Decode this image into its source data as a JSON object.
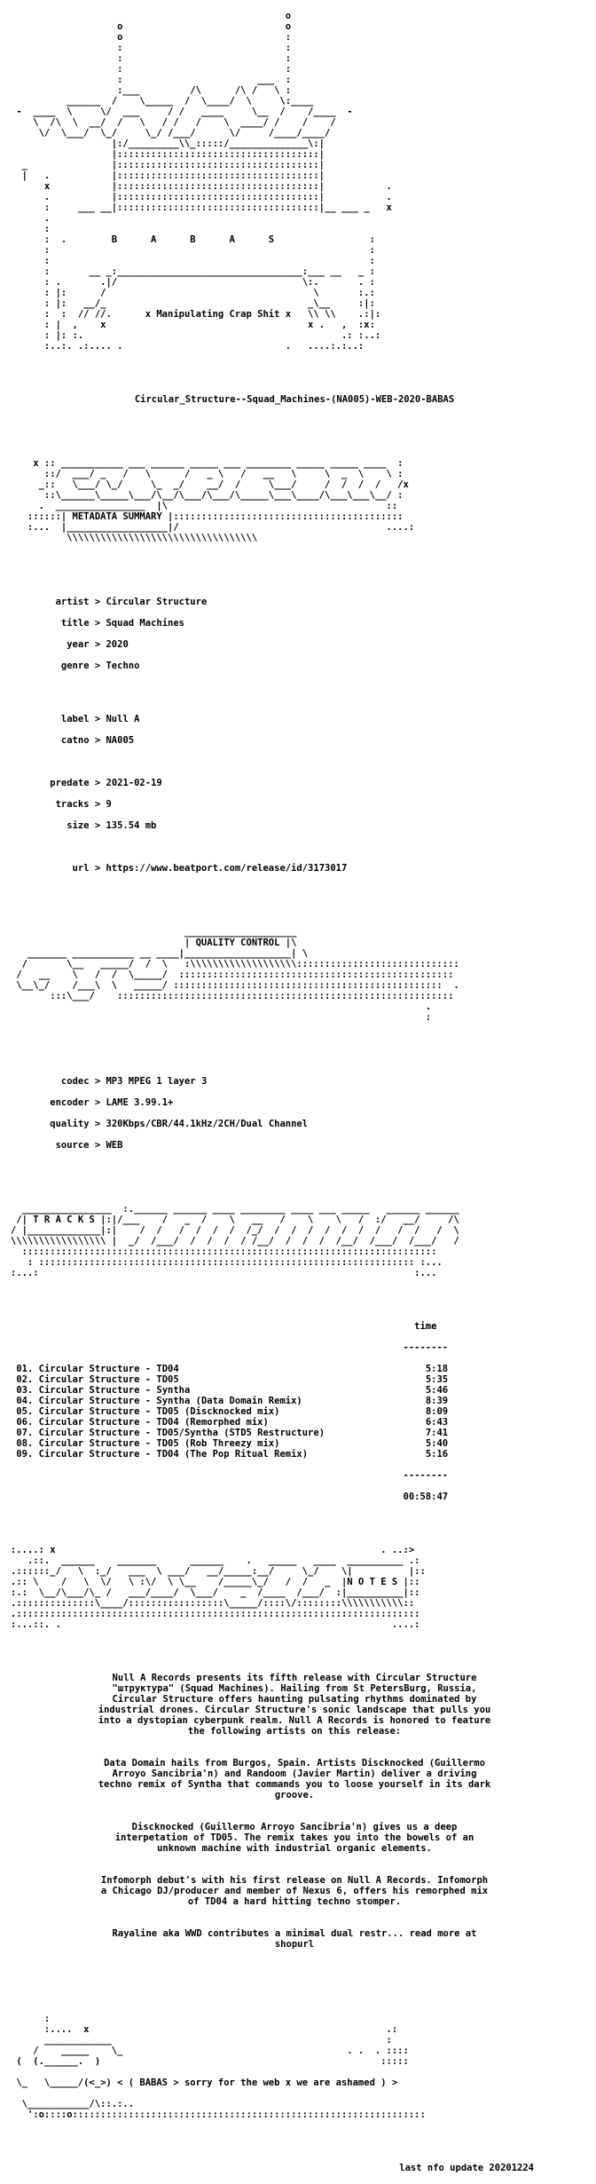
{
  "header_art": "                                                 o\n                   o                             o\n                   o                             :\n                   :                             :\n                   :                             :\n                   :                             :\n                   :                        ___  :\n                   :___         /\\      /\\ /   \\ :\n          ______  /    \\_____  /  \\____/  \\     \\:____\n -  ____  \\     \\/  ___     / /   ____     \\__  /    /____  -\n    \\  /\\  \\  __/  /   \\   / /   /    \\  ____/ /    /    /\n     \\/  \\___/  \\_/     \\_/ /___/      \\/     /____/____/\n                  |:/_________\\\\_:::::/______________\\:|\n                  |::::::::::::::::::::::::::::::::::::|\n  _               |::::::::::::::::::::::::::::::::::::|\n  |   .           |::::::::::::::::::::::::::::::::::::|\n      x           |::::::::::::::::::::::::::::::::::::|           .\n      .           |::::::::::::::::::::::::::::::::::::|           .\n      :     ___ __|::::::::::::::::::::::::::::::::::::|__ ___ _   x\n      .\n      :\n      :  .        B      A      B      A      S                 :\n      :                                                         :\n      :                                                         :\n      :       __ _:_________________________________:___ __   _ :\n      : .       .|/                                 \\:.       . :\n      : |:      /                                     \\       :.:\n      : |:   __/_                                    _\\__     :|:\n      :  :  // //.      x Manipulating Crap Shit x   \\\\ \\\\    .:|:\n      : |  ,    x                                    x .   ,  :x:\n      : |: :.                                              .: :..:\n      :..:. .:.... .                             .   ....:.:..:",
  "release_name": "Circular_Structure--Squad_Machines-(NA005)-WEB-2020-BABAS",
  "metadata_art": "    x :: ___________ ___ ______ _____ ___ ________ _____ _____ ____  :\n      ::/  ___/ _   /   \\      /   _ \\   /   __   \\     \\  _  \\    \\ :\n     _::   \\___/ \\_/     \\_  _/    __/  /     \\___/     /  /  /  /   /x\n      ::\\______\\_____\\___/\\__/\\___/\\___/\\_____\\___\\____/\\___\\___\\__/ :\n     .  ________________  |\\                                       ::\n   ::::::| METADATA SUMMARY |:::::::::::::::::::::::::::::::::::::::::\n   :...  |__________________|/                                     ....:\n          \\\\\\\\\\\\\\\\\\\\\\\\\\\\\\\\\\\\\\\\\\\\\\\\\\\\\\\\\\\\\\\\\\\\",
  "metadata": {
    "artist": "Circular Structure",
    "title": "Squad Machines",
    "year": "2020",
    "genre": "Techno",
    "label": "Null A",
    "catno": "NA005",
    "predate": "2021-02-19",
    "tracks": "9",
    "size": "135.54 mb",
    "url": "https://www.beatport.com/release/id/3173017"
  },
  "quality_art": "                               ____________________\n                               | QUALITY CONTROL |\\\n   _______ ___________ __ ____|___________________| \\\n  /       \\__   _____/  /  \\   :\\\\\\\\\\\\\\\\\\\\\\\\\\\\\\\\\\\\\\:::::::::::::::::::::::::::::\n /   __    \\   /  /  \\_____/  :::::::::::::::::::::::::::::::::::::::::::::::::\n \\__\\_/    /___\\  \\   _____/ ::::::::::::::::::::::::::::::::::::::::::::::::  .\n       :::\\___/    ::::::::::::::::::::::::::::::::::::::::::::::::::::::::::::\n                                                                          .\n                                                                          :",
  "quality": {
    "codec": "MP3 MPEG 1 layer 3",
    "encoder": "LAME 3.99.1+",
    "quality": "320Kbps/CBR/44.1kHz/2CH/Dual Channel",
    "source": "WEB"
  },
  "tracks_art": "  ________________  :.______ ______ ____ ________ ____ ___ _____   ______ ______\n /| T R A C K S |:|/___    /   _  /    \\   __   /    \\    \\   /  :/   __/     /\\\n/ |_____________|:|    /  /   /  /  /  /  /_/  /  /  /  /  /  /  /   /  /   /  \\\n\\\\\\\\\\\\\\\\\\\\\\\\\\\\\\\\\\ |  _/  /___/  /  /  /  / /__/  /  /  /  /__/  /___/  /___/   /\n  ::::::::::::::::::::::::::::::::::::::::::::::::::::::::::::::::::::::::::\n   : ::::::::::::::::::::::::::::::::::::::::::::::::::::::::::::::::::: :...\n:...:                                                                   :...",
  "tracklist": {
    "time_header": "time",
    "rows": [
      {
        "num": "01.",
        "title": "Circular Structure - TD04",
        "time": "5:18"
      },
      {
        "num": "02.",
        "title": "Circular Structure - TD05",
        "time": "5:35"
      },
      {
        "num": "03.",
        "title": "Circular Structure - Syntha",
        "time": "5:46"
      },
      {
        "num": "04.",
        "title": "Circular Structure - Syntha (Data Domain Remix)",
        "time": "8:39"
      },
      {
        "num": "05.",
        "title": "Circular Structure - TD05 (Discknocked mix)",
        "time": "8:09"
      },
      {
        "num": "06.",
        "title": "Circular Structure - TD04 (Remorphed mix)",
        "time": "6:43"
      },
      {
        "num": "07.",
        "title": "Circular Structure - TD05/Syntha (STD5 Restructure)",
        "time": "7:41"
      },
      {
        "num": "08.",
        "title": "Circular Structure - TD05 (Rob Threezy mix)",
        "time": "5:40"
      },
      {
        "num": "09.",
        "title": "Circular Structure - TD04 (The Pop Ritual Remix)",
        "time": "5:16"
      }
    ],
    "total": "00:58:47"
  },
  "notes_art": ":....: x                                                          . ..:>\n   .::.  ______    _______      ______    .   _____   ____  __________ .:\n.::::::_/   \\  :_/   ___  \\ ___/   __/_____:__/     \\_/    \\|          |::\n.:: \\    /   \\  \\/   \\ :\\/  \\ \\__    /_____\\_/   /  /   _  |N O T E S |::\n:.:  \\__/\\___/\\_ /   ___/____/  \\___/    _  /____  /___/  :|__________|::\n.::::::::::::::\\____/:::::::::::::::::\\_____/::::\\/::::::::\\\\\\\\\\\\\\\\\\\\\\::\n.::::::::::::::::::::::::::::::::::::::::::::::::::::::::::::::::::::::::\n:...::. .                                                           ....:",
  "notes": [
    "Null A Records presents its fifth release with Circular Structure\n\"штруктура\" (Squad Machines). Hailing from St PetersBurg, Russia,\nCircular Structure offers haunting pulsating rhythms dominated by\nindustrial drones. Circular Structure's sonic landscape that pulls you\ninto a dystopian cyberpunk realm. Null A Records is honored to feature\nthe following artists on this release:",
    "Data Domain hails from Burgos, Spain. Artists Discknocked (Guillermo\nArroyo Sancibria'n) and Randoom (Javier Martin) deliver a driving\ntechno remix of Syntha that commands you to loose yourself in its dark\ngroove.",
    "Discknocked (Guillermo Arroyo Sancibria'n) gives us a deep\ninterpetation of TD05. The remix takes you into the bowels of an\nunknown machine with industrial organic elements.",
    "Infomorph debut's with his first release on Null A Records. Infomorph\na Chicago DJ/producer and member of Nexus 6, offers his remorphed mix\nof TD04 a hard hitting techno stomper.",
    "Rayaline aka WWD contributes a minimal dual restr... read more at\nshopurl"
  ],
  "footer_art": "      :\n      :....  x                                                     .:\n      ____________                                                 :\n    /    _____    \\_                                        . .  . ::::\n (  (.______.  )                                                  :::::",
  "footer_line": " \\_   \\_____/(<_>) < ( BABAS > sorry for the web x we are ashamed ) >",
  "footer_tail": "  \\___________/\\::.:..\n   ':o::::o:::::::::::::::::::::::::::::::::::::::::::::::::::::::::::::::",
  "last_update": "last nfo update 20201224"
}
